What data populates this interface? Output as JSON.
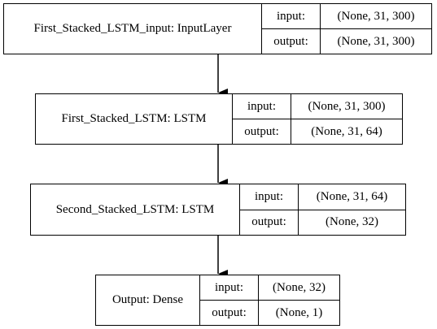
{
  "diagram": {
    "io_labels": {
      "input": "input:",
      "output": "output:"
    },
    "layers": [
      {
        "name": "First_Stacked_LSTM_input: InputLayer",
        "input_shape": "(None, 31, 300)",
        "output_shape": "(None, 31, 300)"
      },
      {
        "name": "First_Stacked_LSTM: LSTM",
        "input_shape": "(None, 31, 300)",
        "output_shape": "(None, 31, 64)"
      },
      {
        "name": "Second_Stacked_LSTM: LSTM",
        "input_shape": "(None, 31, 64)",
        "output_shape": "(None, 32)"
      },
      {
        "name": "Output: Dense",
        "input_shape": "(None, 32)",
        "output_shape": "(None, 1)"
      }
    ],
    "edges": [
      {
        "from": 0,
        "to": 1
      },
      {
        "from": 1,
        "to": 2
      },
      {
        "from": 2,
        "to": 3
      }
    ]
  }
}
